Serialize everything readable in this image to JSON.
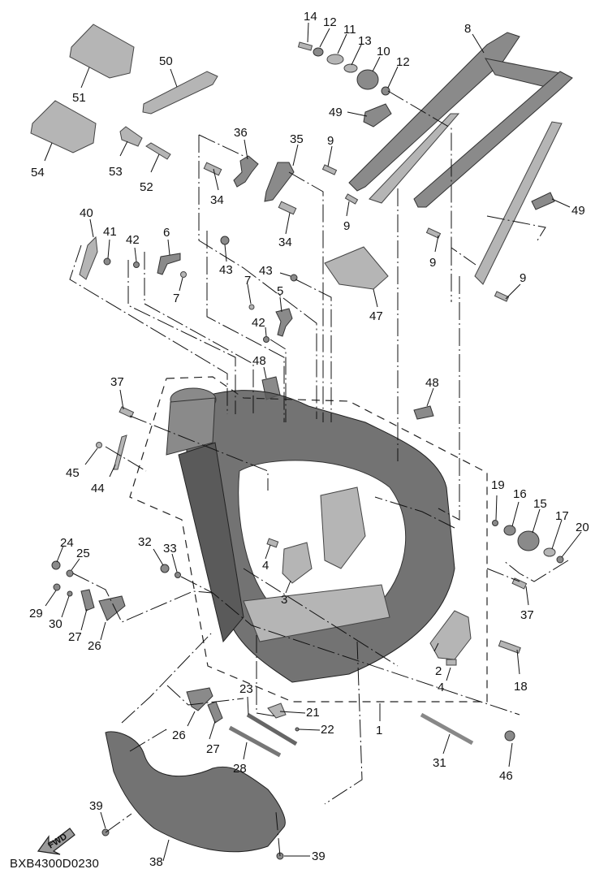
{
  "diagram": {
    "title": "Frame exploded parts diagram",
    "code": "BXB4300D0230",
    "direction_label": "FWD",
    "callouts": [
      {
        "id": "c1",
        "label": "1",
        "part": "frame"
      },
      {
        "id": "c2",
        "label": "2",
        "part": "engine bracket"
      },
      {
        "id": "c3",
        "label": "3",
        "part": "engine bracket"
      },
      {
        "id": "c4a",
        "label": "4",
        "part": "bolt"
      },
      {
        "id": "c4b",
        "label": "4",
        "part": "bolt"
      },
      {
        "id": "c5",
        "label": "5",
        "part": "bracket"
      },
      {
        "id": "c6",
        "label": "6",
        "part": "bracket"
      },
      {
        "id": "c7a",
        "label": "7",
        "part": "bolt"
      },
      {
        "id": "c7b",
        "label": "7",
        "part": "bolt"
      },
      {
        "id": "c8",
        "label": "8",
        "part": "rear frame"
      },
      {
        "id": "c9a",
        "label": "9",
        "part": "bolt"
      },
      {
        "id": "c9b",
        "label": "9",
        "part": "bolt"
      },
      {
        "id": "c9c",
        "label": "9",
        "part": "bolt"
      },
      {
        "id": "c9d",
        "label": "9",
        "part": "bolt"
      },
      {
        "id": "c10",
        "label": "10",
        "part": "damper"
      },
      {
        "id": "c11",
        "label": "11",
        "part": "collar"
      },
      {
        "id": "c12a",
        "label": "12",
        "part": "washer"
      },
      {
        "id": "c12b",
        "label": "12",
        "part": "washer"
      },
      {
        "id": "c13",
        "label": "13",
        "part": "collar"
      },
      {
        "id": "c14",
        "label": "14",
        "part": "bolt"
      },
      {
        "id": "c15",
        "label": "15",
        "part": "damper"
      },
      {
        "id": "c16",
        "label": "16",
        "part": "nut"
      },
      {
        "id": "c17",
        "label": "17",
        "part": "collar"
      },
      {
        "id": "c18",
        "label": "18",
        "part": "bolt"
      },
      {
        "id": "c19",
        "label": "19",
        "part": "nut"
      },
      {
        "id": "c20",
        "label": "20",
        "part": "washer"
      },
      {
        "id": "c21",
        "label": "21",
        "part": "bracket"
      },
      {
        "id": "c22",
        "label": "22",
        "part": "screw"
      },
      {
        "id": "c23",
        "label": "23",
        "part": "bolt"
      },
      {
        "id": "c24",
        "label": "24",
        "part": "nut"
      },
      {
        "id": "c25",
        "label": "25",
        "part": "washer"
      },
      {
        "id": "c26a",
        "label": "26",
        "part": "engine bracket"
      },
      {
        "id": "c26b",
        "label": "26",
        "part": "engine bracket"
      },
      {
        "id": "c27a",
        "label": "27",
        "part": "engine bracket"
      },
      {
        "id": "c27b",
        "label": "27",
        "part": "engine bracket"
      },
      {
        "id": "c28",
        "label": "28",
        "part": "bolt"
      },
      {
        "id": "c29",
        "label": "29",
        "part": "nut"
      },
      {
        "id": "c30",
        "label": "30",
        "part": "washer"
      },
      {
        "id": "c31",
        "label": "31",
        "part": "bolt"
      },
      {
        "id": "c32",
        "label": "32",
        "part": "nut"
      },
      {
        "id": "c33",
        "label": "33",
        "part": "washer"
      },
      {
        "id": "c34a",
        "label": "34",
        "part": "bolt"
      },
      {
        "id": "c34b",
        "label": "34",
        "part": "bolt"
      },
      {
        "id": "c35",
        "label": "35",
        "part": "bracket"
      },
      {
        "id": "c36",
        "label": "36",
        "part": "bracket"
      },
      {
        "id": "c37a",
        "label": "37",
        "part": "bolt"
      },
      {
        "id": "c37b",
        "label": "37",
        "part": "bolt"
      },
      {
        "id": "c38",
        "label": "38",
        "part": "under guard"
      },
      {
        "id": "c39a",
        "label": "39",
        "part": "bolt"
      },
      {
        "id": "c39b",
        "label": "39",
        "part": "bolt"
      },
      {
        "id": "c40",
        "label": "40",
        "part": "bracket"
      },
      {
        "id": "c41",
        "label": "41",
        "part": "bolt"
      },
      {
        "id": "c42a",
        "label": "42",
        "part": "nut"
      },
      {
        "id": "c42b",
        "label": "42",
        "part": "nut"
      },
      {
        "id": "c43a",
        "label": "43",
        "part": "nut"
      },
      {
        "id": "c43b",
        "label": "43",
        "part": "nut"
      },
      {
        "id": "c44",
        "label": "44",
        "part": "bracket"
      },
      {
        "id": "c45",
        "label": "45",
        "part": "bolt"
      },
      {
        "id": "c46",
        "label": "46",
        "part": "nut"
      },
      {
        "id": "c47",
        "label": "47",
        "part": "plate"
      },
      {
        "id": "c48a",
        "label": "48",
        "part": "clip"
      },
      {
        "id": "c48b",
        "label": "48",
        "part": "clip"
      },
      {
        "id": "c49a",
        "label": "49",
        "part": "clip"
      },
      {
        "id": "c49b",
        "label": "49",
        "part": "clip"
      },
      {
        "id": "c50",
        "label": "50",
        "part": "link"
      },
      {
        "id": "c51",
        "label": "51",
        "part": "pad"
      },
      {
        "id": "c52",
        "label": "52",
        "part": "pin"
      },
      {
        "id": "c53",
        "label": "53",
        "part": "collar"
      },
      {
        "id": "c54",
        "label": "54",
        "part": "pad"
      }
    ]
  }
}
